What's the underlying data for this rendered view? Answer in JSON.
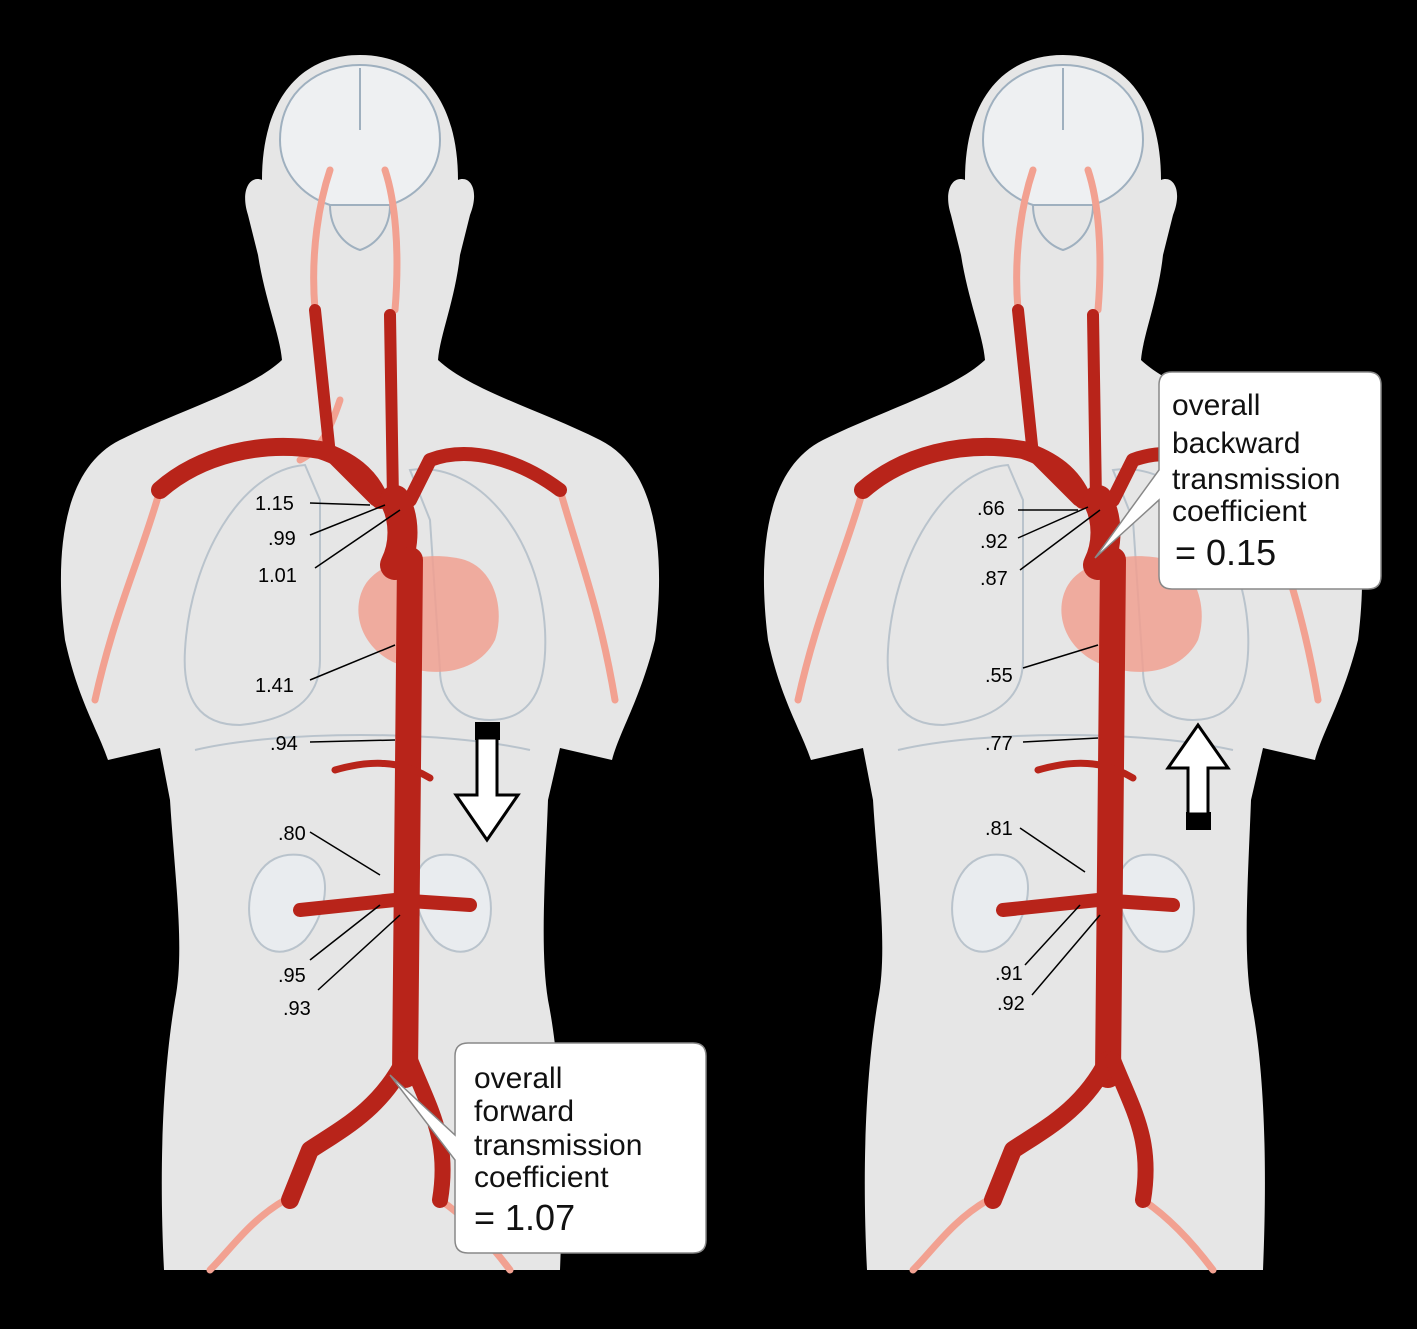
{
  "figures": [
    {
      "id": "forward",
      "labels": [
        ".94",
        ".80",
        ".95",
        ".93",
        "1.15",
        ".99",
        "1.01",
        "1.41"
      ],
      "callout": {
        "lines": [
          " overall",
          "forward",
          "transmission",
          "coefficient"
        ],
        "value": "= 1.07"
      },
      "arrow_direction": "down"
    },
    {
      "id": "backward",
      "labels": [
        ".77",
        ".81",
        ".91",
        ".92",
        ".66",
        ".92",
        ".87",
        ".55"
      ],
      "callout": {
        "lines": [
          "overall",
          "backward",
          "transmission",
          "coefficient"
        ],
        "value": "= 0.15"
      },
      "arrow_direction": "up"
    }
  ],
  "colors": {
    "background": "#000000",
    "body": "#e6e6e6",
    "artery": "#b8241a",
    "small_artery": "#f2a191",
    "heart": "#f0a090",
    "organ_outline": "#b9c3cc",
    "kidney_vessel": "#e8a92c"
  }
}
